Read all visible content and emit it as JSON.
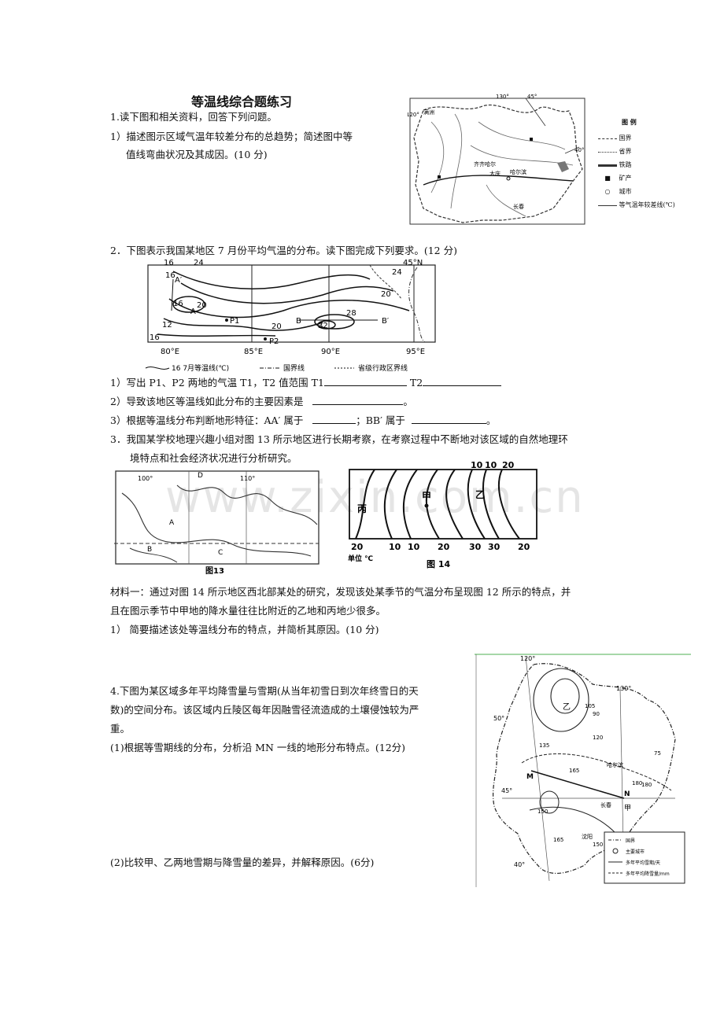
{
  "title": "等温线综合题练习",
  "q1": {
    "intro": "1.读下图和相关资料，回答下列问题。",
    "item1_a": "1）描述图示区域气温年较差分布的总趋势；简述图中等",
    "item1_b": "值线弯曲状况及其成因。(10 分)",
    "map_labels": [
      "满洲",
      "齐齐哈尔",
      "大庆",
      "哈尔滨",
      "长春",
      "130°",
      "45°",
      "120°",
      "40°"
    ],
    "legend": {
      "title": "图 例",
      "items": [
        "国界",
        "省界",
        "铁路",
        "矿产",
        "城市",
        "等气温年较差线(℃)"
      ]
    }
  },
  "q2": {
    "intro": "2．下图表示我国某地区 7 月份平均气温的分布。读下图完成下列要求。(12 分)",
    "map_labels": [
      "16",
      "24",
      "45°N",
      "16",
      "A",
      "20",
      "16",
      "P1",
      "20",
      "B",
      "28",
      "B′",
      "32",
      "12",
      "P2",
      "16",
      "20",
      "24",
      "A′"
    ],
    "x_ticks": [
      "80°E",
      "85°E",
      "90°E",
      "95°E"
    ],
    "legend": [
      "16  7月等温线(℃)",
      "国界线",
      "省级行政区界线"
    ],
    "item1_a": "1）写出 P1、P2 两地的气温 T1，T2 值范围 T1",
    "item1_b": "T2",
    "item2": "2）导致该地区等温线如此分布的主要因素是",
    "item2_end": "。",
    "item3_a": "3）根据等温线分布判断地形特征：AA′ 属于",
    "item3_b": "；BB′ 属于",
    "item3_end": "。"
  },
  "q3": {
    "intro_a": "3．我国某学校地理兴趣小组对图 13 所示地区进行长期考察，在考察过程中不断地对该区域的自然地理环",
    "intro_b": "境特点和社会经济状况进行分析研究。",
    "fig13": {
      "labels": [
        "100°",
        "D",
        "110°",
        "A",
        "B",
        "C"
      ],
      "caption": "图13"
    },
    "fig14": {
      "top": [
        "10",
        "10",
        "20"
      ],
      "bottom": [
        "20",
        "10",
        "10",
        "20",
        "30",
        "30",
        "20"
      ],
      "labels": [
        "丙",
        "甲",
        "乙"
      ],
      "unit": "单位 ℃",
      "caption": "图 14"
    },
    "material_a": "材料一：通过对图 14 所示地区西北部某处的研究，发现该处某季节的气温分布呈现图 12 所示的特点，并",
    "material_b": "且在图示季节中甲地的降水量往往比附近的乙地和丙地少很多。",
    "item1": "1）  简要描述该处等温线分布的特点，并简析其原因。(10 分)"
  },
  "watermark": "www.zixin.com.cn",
  "q4": {
    "intro_a": "4.下图为某区域多年平均降雪量与雪期(从当年初雪日到次年终雪日的天",
    "intro_b": "数)的空间分布。该区域内丘陵区每年因融雪径流造成的土壤侵蚀较为严",
    "intro_c": "重。",
    "item1": "(1)根据等雪期线的分布，分析沿 MN 一线的地形分布特点。(12分)",
    "item2": "(2)比较甲、乙两地雪期与降雪量的差异，并解释原因。(6分)",
    "map_labels": [
      "120°",
      "130°",
      "50°",
      "乙",
      "哈尔滨",
      "M",
      "N",
      "45°",
      "长春",
      "甲",
      "沈阳",
      "40°",
      "150",
      "165",
      "135",
      "120",
      "75",
      "180",
      "105",
      "90",
      "180",
      "150",
      "165"
    ],
    "legend": [
      "国界",
      "主要城市",
      "多年平均雪期/天",
      "多年平均降雪量/mm"
    ]
  }
}
